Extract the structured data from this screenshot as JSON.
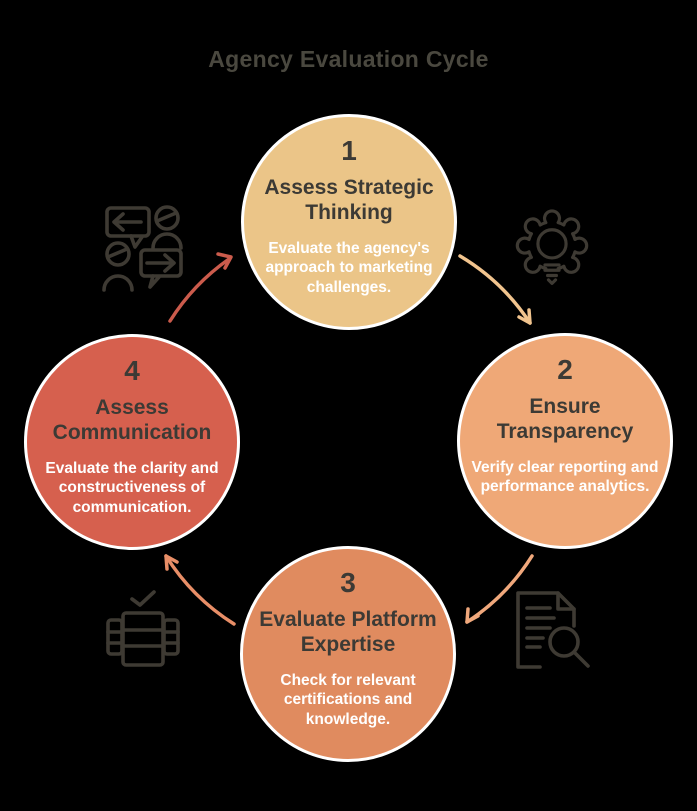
{
  "title": "Agency Evaluation Cycle",
  "steps": [
    {
      "number": "1",
      "title": "Assess Strategic Thinking",
      "description": "Evaluate the agency's approach to marketing challenges.",
      "fill": "#ebc588"
    },
    {
      "number": "2",
      "title": "Ensure Transparency",
      "description": "Verify clear reporting and performance analytics.",
      "fill": "#efa877"
    },
    {
      "number": "3",
      "title": "Evaluate Platform Expertise",
      "description": "Check for relevant certifications and knowledge.",
      "fill": "#e08b5f"
    },
    {
      "number": "4",
      "title": "Assess Communication",
      "description": "Evaluate the clarity and constructiveness of communication.",
      "fill": "#d6604e"
    }
  ],
  "icons": [
    {
      "name": "conversation-icon",
      "position": "top-left"
    },
    {
      "name": "gear-lightbulb-icon",
      "position": "top-right"
    },
    {
      "name": "document-search-icon",
      "position": "bottom-right"
    },
    {
      "name": "table-checkmark-icon",
      "position": "bottom-left"
    }
  ],
  "arrows": [
    {
      "from": 4,
      "to": 1,
      "color": "#cb5b4c"
    },
    {
      "from": 1,
      "to": 2,
      "color": "#f1c48e"
    },
    {
      "from": 2,
      "to": 3,
      "color": "#f0a87c"
    },
    {
      "from": 3,
      "to": 4,
      "color": "#e88e67"
    }
  ],
  "colors": {
    "background": "#000000",
    "title_text": "#4a483f",
    "step_text": "#3c3a35",
    "step_desc_text": "#ffffff",
    "icon_stroke": "#3e3a33",
    "step1_fill": "#ebc588",
    "step2_fill": "#efa877",
    "step3_fill": "#e08b5f",
    "step4_fill": "#d6604e",
    "arrow_4_1": "#cb5b4c",
    "arrow_1_2": "#f1c48e",
    "arrow_2_3": "#f0a87c",
    "arrow_3_4": "#e88e67"
  }
}
